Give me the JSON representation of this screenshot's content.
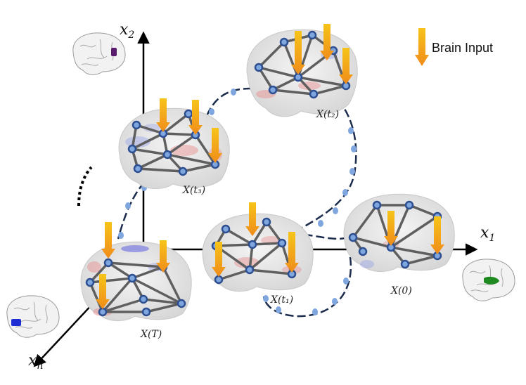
{
  "legend": {
    "label": "Brain Input"
  },
  "axes": {
    "x1": {
      "symbol": "x",
      "subscript": "1"
    },
    "x2": {
      "symbol": "x",
      "subscript": "2"
    },
    "xn": {
      "symbol": "x",
      "subscript": "n"
    }
  },
  "states": [
    {
      "id": "x0",
      "label": "X(0)"
    },
    {
      "id": "xt1",
      "label": "X(t₁)"
    },
    {
      "id": "xt2",
      "label": "X(t₂)"
    },
    {
      "id": "xt3",
      "label": "X(t₃)"
    },
    {
      "id": "xT",
      "label": "X(T)"
    }
  ],
  "colors": {
    "arrow_top": "#f6c419",
    "arrow_bottom": "#f08c1a",
    "node_fill": "#7fa6df",
    "node_stroke": "#2d4f91",
    "edge": "#5f5f5f",
    "trajectory": "#1c2c4d",
    "trajectory_dot": "#7fa6df",
    "x1_region": "#1f8a1f",
    "x2_region": "#5a1a6e",
    "xn_region": "#1d2fd4"
  }
}
